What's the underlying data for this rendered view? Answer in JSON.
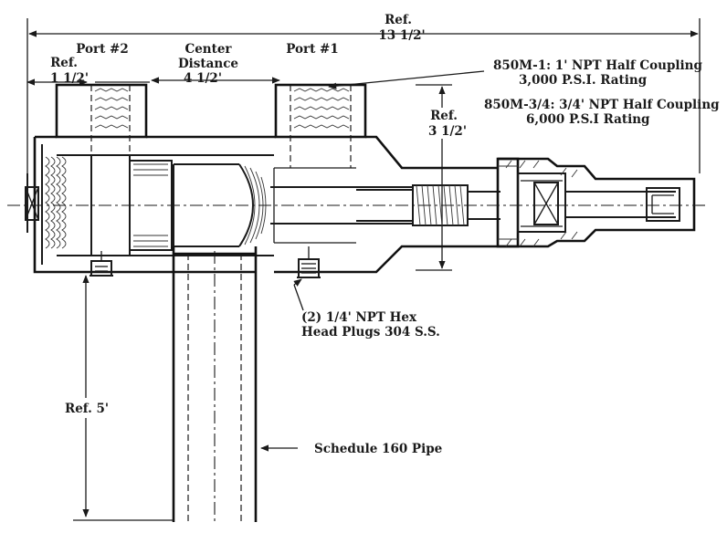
{
  "dimensions": {
    "overall_ref": "Ref.",
    "overall_value": "13 1/2'",
    "port2_label": "Port #2",
    "port1_label": "Port #1",
    "port2_ref": "Ref.",
    "port2_value": "1 1/2'",
    "center_label_1": "Center",
    "center_label_2": "Distance",
    "center_value": "4 1/2'",
    "height_ref": "Ref.",
    "height_value": "3 1/2'",
    "leg_ref": "Ref. 5'"
  },
  "callouts": {
    "coupling_1_line1": "850M-1: 1' NPT Half Coupling",
    "coupling_1_line2": "3,000 P.S.I. Rating",
    "coupling_34_line1": "850M-3/4: 3/4' NPT Half Coupling",
    "coupling_34_line2": "6,000 P.S.I Rating",
    "plugs_line1": "(2) 1/4' NPT Hex",
    "plugs_line2": "Head Plugs 304 S.S.",
    "pipe": "Schedule 160 Pipe"
  }
}
